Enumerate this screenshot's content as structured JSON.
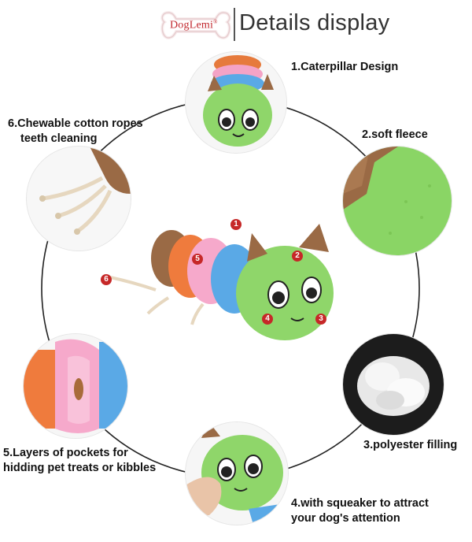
{
  "header": {
    "brand": "DogLemi",
    "brand_mark": "®",
    "title": "Details display"
  },
  "features": [
    {
      "label": "1.Caterpillar Design"
    },
    {
      "label": "2.soft fleece"
    },
    {
      "label": "3.polyester filling"
    },
    {
      "label_line1": "4.with squeaker to attract",
      "label_line2": "your dog's attention"
    },
    {
      "label_line1": "5.Layers of pockets for",
      "label_line2": "hidding pet treats or kibbles"
    },
    {
      "label_line1": "6.Chewable cotton ropes",
      "label_line2": "teeth cleaning"
    }
  ],
  "markers": [
    "1",
    "2",
    "3",
    "4",
    "5",
    "6"
  ],
  "colors": {
    "brand_red": "#c1272d",
    "marker_red": "#c62828",
    "fleece_green": "#8fd66a",
    "antenna_brown": "#9a6a45",
    "ring": "#222222"
  }
}
